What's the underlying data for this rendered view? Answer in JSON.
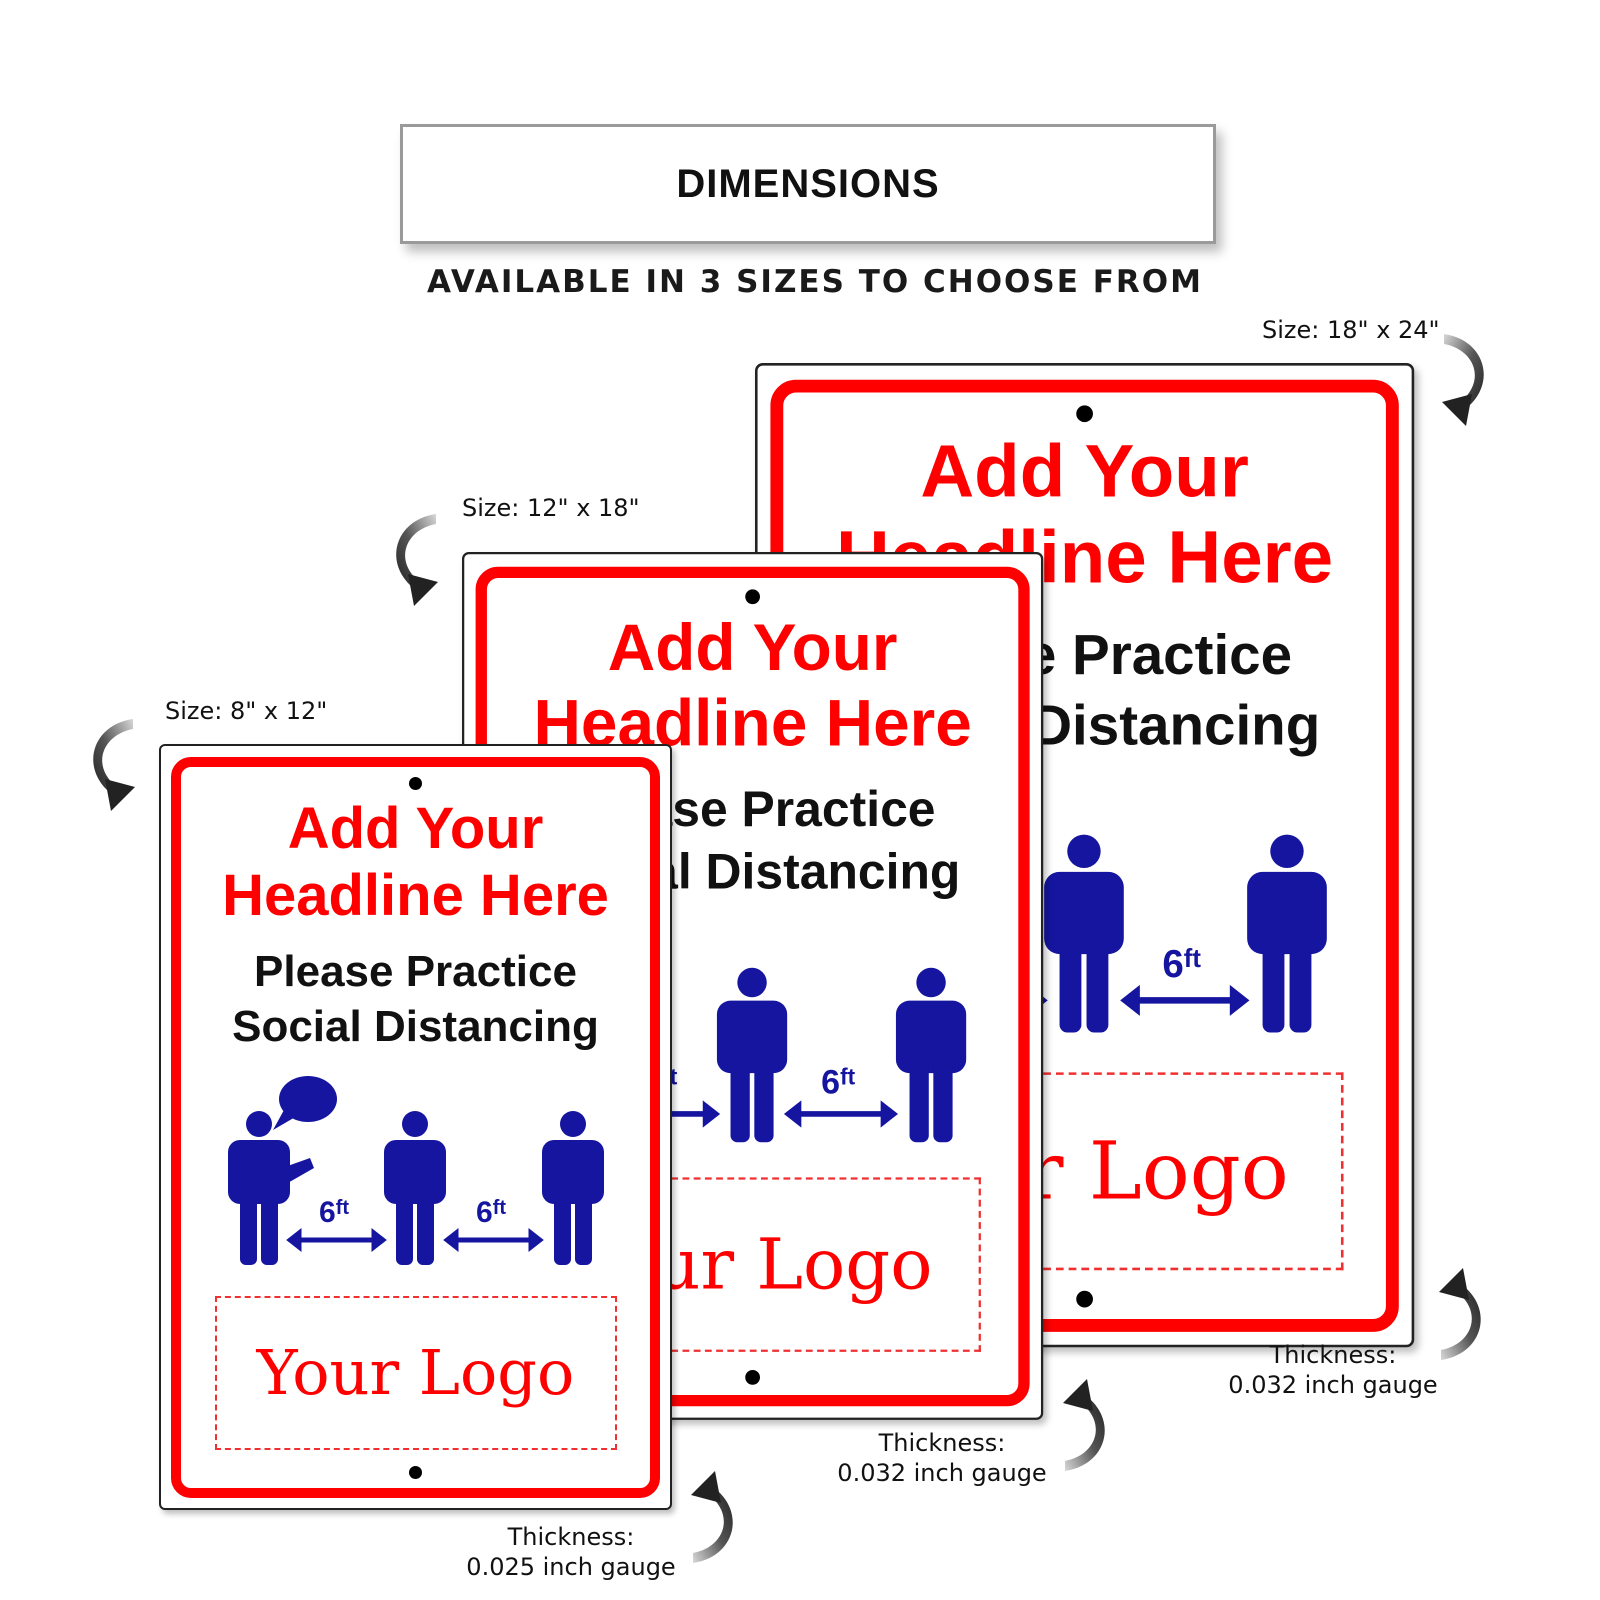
{
  "header": {
    "title": "DIMENSIONS",
    "subtitle": "AVAILABLE IN 3 SIZES TO CHOOSE FROM"
  },
  "sign": {
    "headline_1": "Add Your",
    "headline_2": "Headline Here",
    "message_1": "Please Practice",
    "message_2": "Social Distancing",
    "distance": "6",
    "distance_unit": "ft",
    "logo": "Your Logo"
  },
  "sizes": [
    {
      "size": "Size: 8\" x 12\"",
      "thickness_label": "Thickness:",
      "thickness": "0.025 inch gauge"
    },
    {
      "size": "Size: 12\" x 18\"",
      "thickness_label": "Thickness:",
      "thickness": "0.032 inch gauge"
    },
    {
      "size": "Size: 18\" x 24\"",
      "thickness_label": "Thickness:",
      "thickness": "0.032 inch gauge"
    }
  ],
  "colors": {
    "red": "#ff0000",
    "figure_blue": "#1515a0",
    "text": "#111111"
  }
}
